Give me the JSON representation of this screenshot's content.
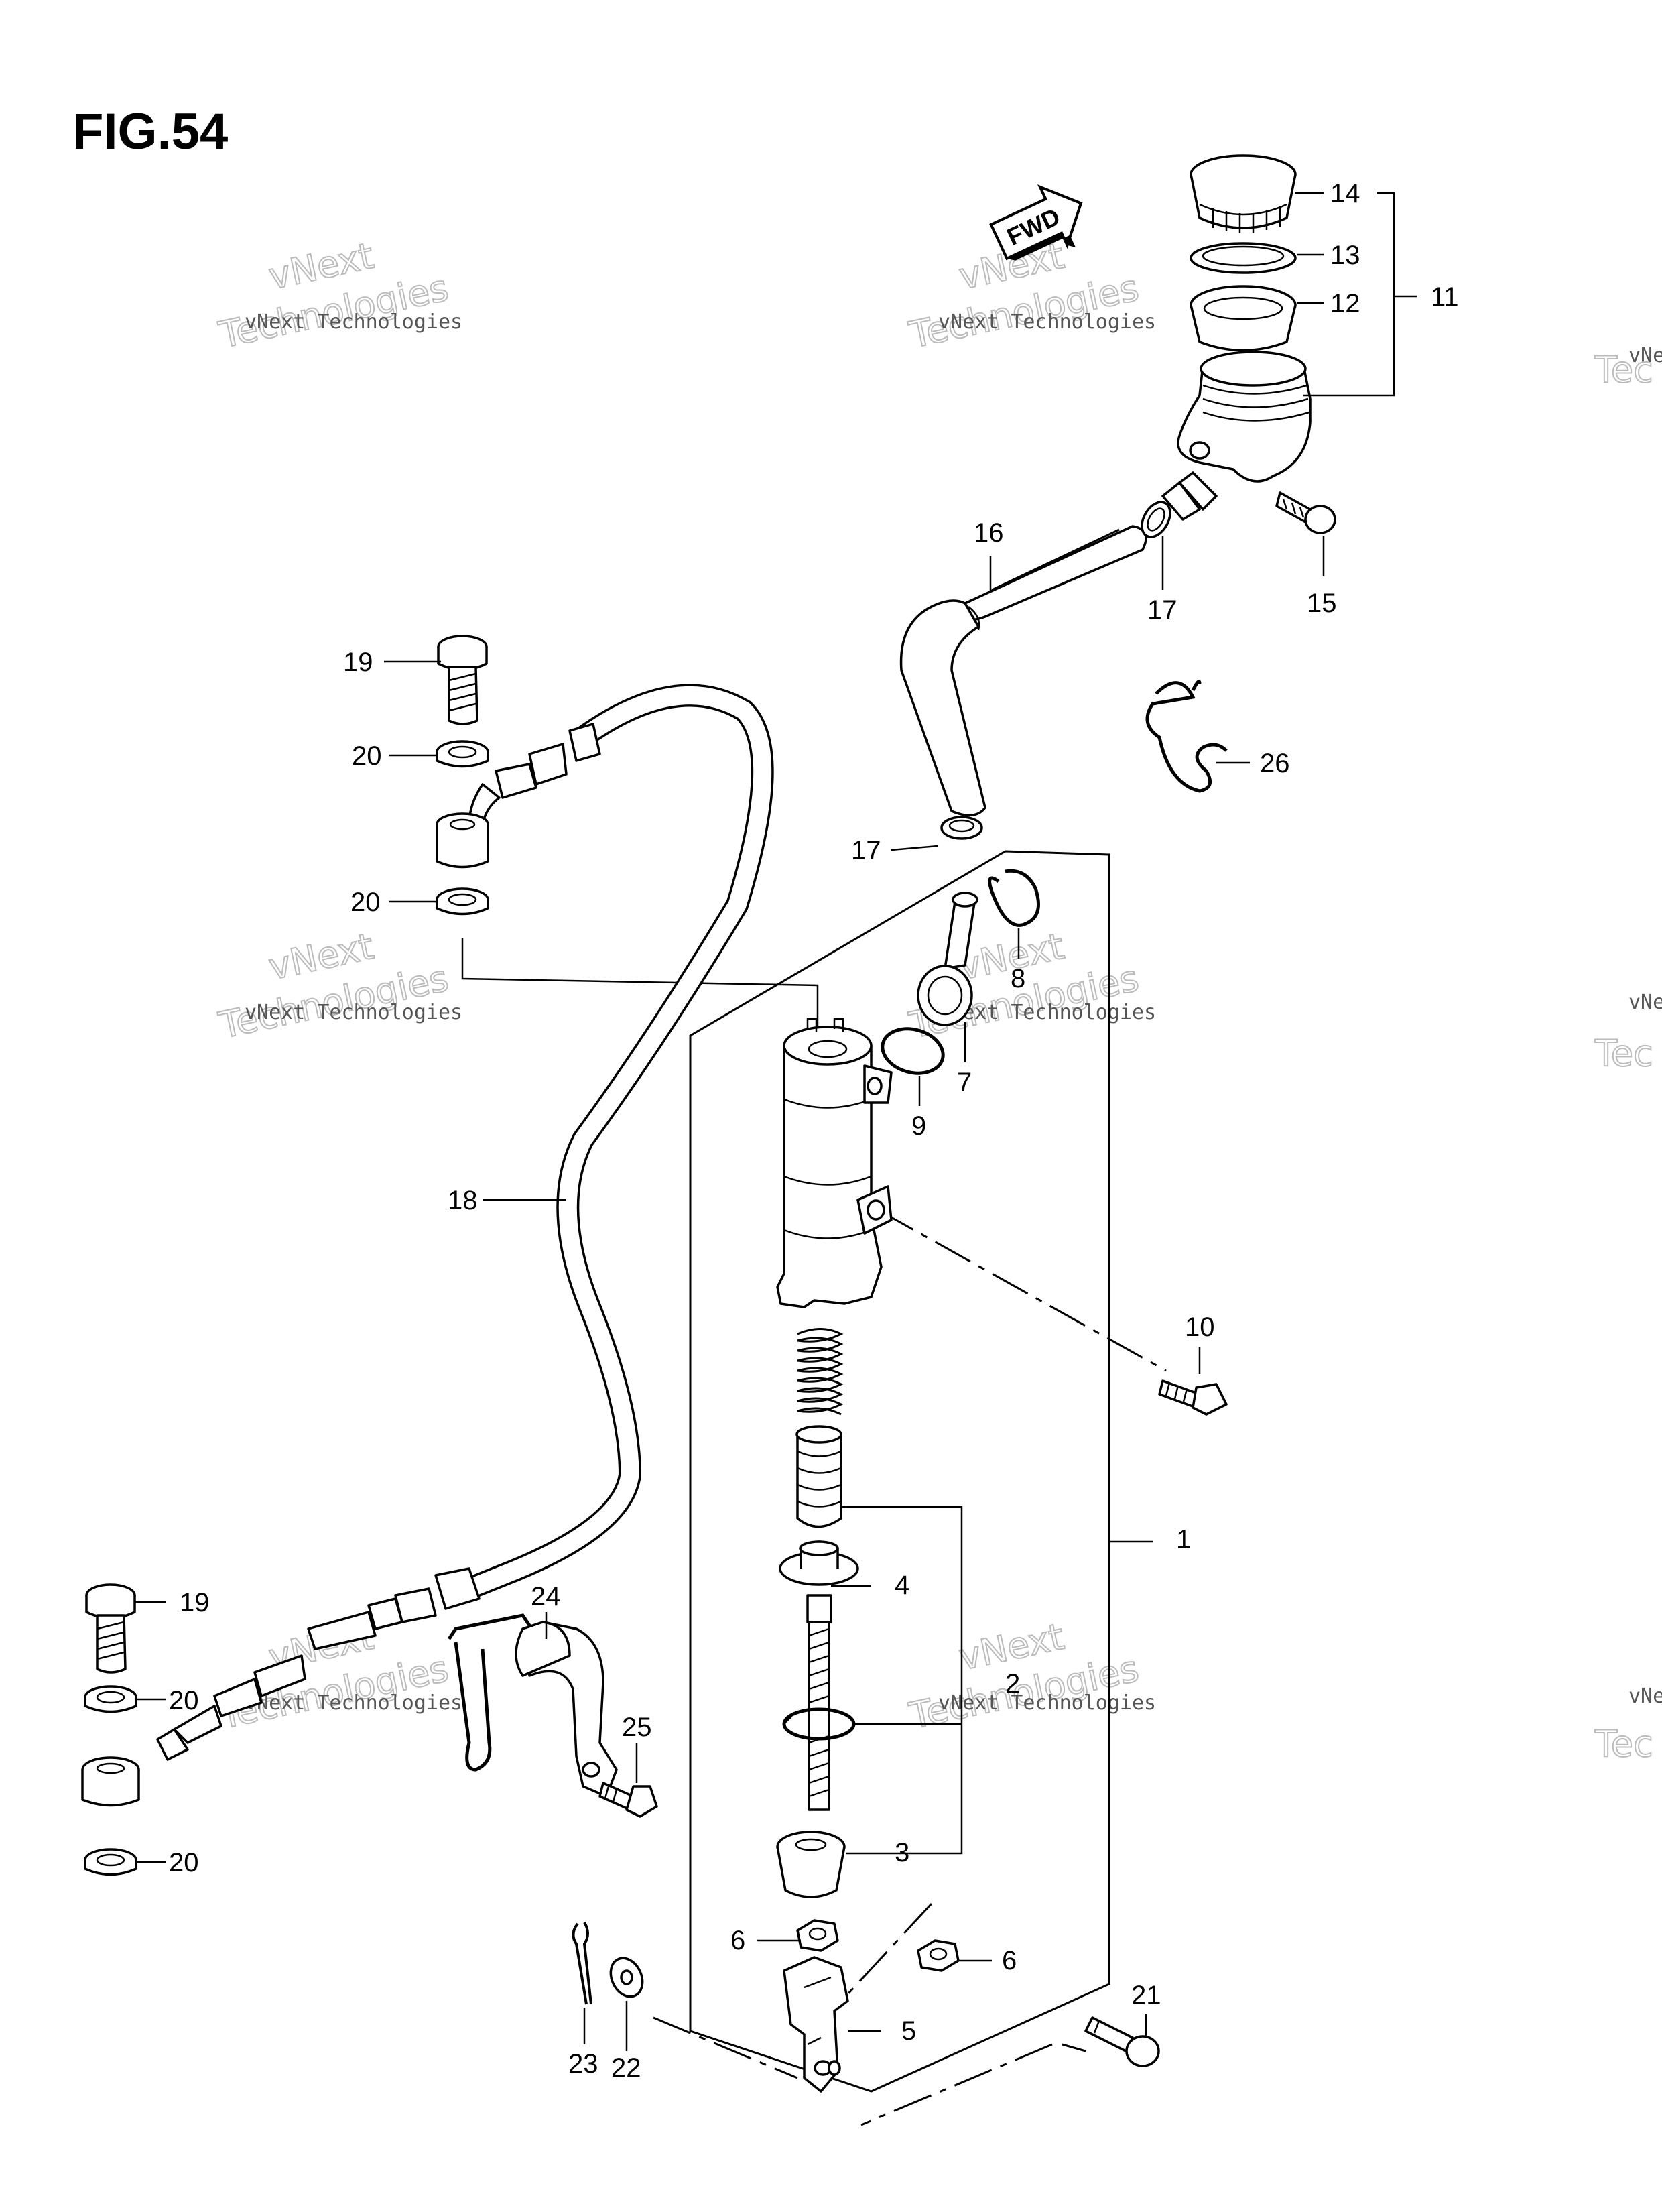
{
  "figure": {
    "title": "FIG.54",
    "fwd_label": "FWD"
  },
  "watermark": {
    "line1": "vNext",
    "line2": "vNext Technologies",
    "line3": "Technologies",
    "edge1": "vNe",
    "edge2": "Tec"
  },
  "callouts": {
    "c1": "1",
    "c2": "2",
    "c3": "3",
    "c4": "4",
    "c5": "5",
    "c6a": "6",
    "c6b": "6",
    "c7": "7",
    "c8": "8",
    "c9": "9",
    "c10": "10",
    "c11": "11",
    "c12": "12",
    "c13": "13",
    "c14": "14",
    "c15": "15",
    "c16": "16",
    "c17a": "17",
    "c17b": "17",
    "c18": "18",
    "c19a": "19",
    "c19b": "19",
    "c20a": "20",
    "c20b": "20",
    "c20c": "20",
    "c20d": "20",
    "c21": "21",
    "c22": "22",
    "c23": "23",
    "c24": "24",
    "c25": "25",
    "c26": "26"
  }
}
